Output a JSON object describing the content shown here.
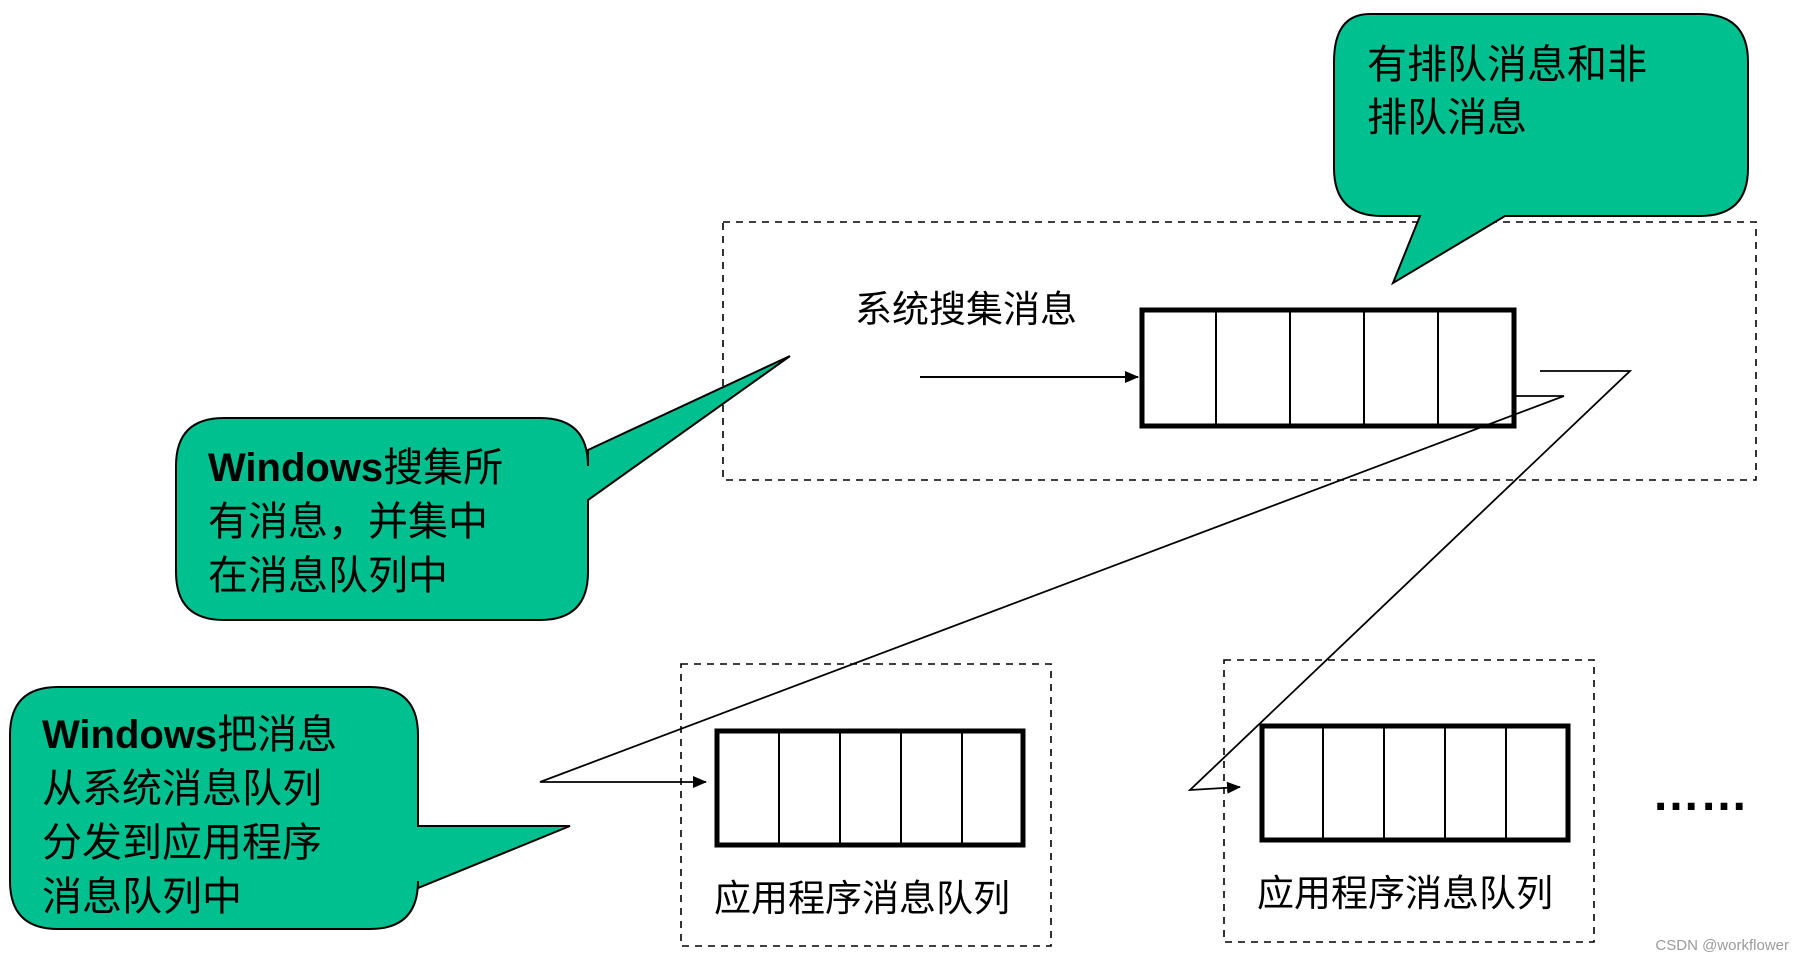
{
  "colors": {
    "callout_fill": "#00C08F",
    "stroke": "#000000",
    "background": "#FFFFFF"
  },
  "callouts": {
    "message_types": {
      "lines": [
        "有排队消息和非",
        "排队消息"
      ]
    },
    "windows_collects": {
      "lines": [
        {
          "latin": "Windows",
          "text": "搜集所"
        },
        {
          "latin": "",
          "text": "有消息，并集中"
        },
        {
          "latin": "",
          "text": "在消息队列中"
        }
      ]
    },
    "windows_dispatches": {
      "lines": [
        {
          "latin": "Windows",
          "text": "把消息"
        },
        {
          "latin": "",
          "text": "从系统消息队列"
        },
        {
          "latin": "",
          "text": "分发到应用程序"
        },
        {
          "latin": "",
          "text": "消息队列中"
        }
      ]
    }
  },
  "system_queue": {
    "label": "系统搜集消息",
    "slots": 5
  },
  "app_queues": [
    {
      "label": "应用程序消息队列",
      "slots": 5
    },
    {
      "label": "应用程序消息队列",
      "slots": 5
    }
  ],
  "ellipsis": "……",
  "watermark": "CSDN @workflower"
}
